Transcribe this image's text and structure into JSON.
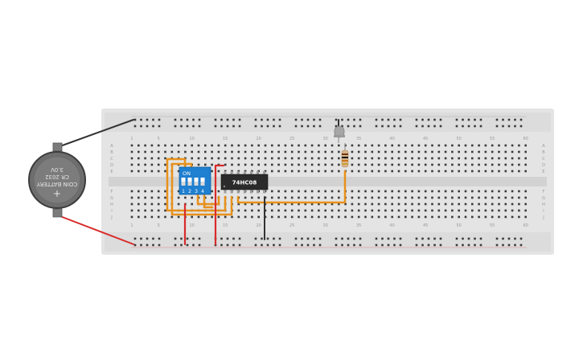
{
  "battery": {
    "line1": "COIN BATTERY",
    "line2": "CR 2032",
    "line3": "3.0V",
    "plus": "+"
  },
  "dip_switch": {
    "on_label": "ON",
    "numbers": [
      "1",
      "2",
      "3",
      "4"
    ],
    "color": "#1f7fd0"
  },
  "ic": {
    "label": "74HC08"
  },
  "breadboard": {
    "column_numbers": [
      "1",
      "5",
      "10",
      "15",
      "20",
      "25",
      "30",
      "35",
      "40",
      "45",
      "50",
      "55",
      "60"
    ],
    "row_letters_top": [
      "A",
      "B",
      "C",
      "D",
      "E"
    ],
    "row_letters_bottom": [
      "F",
      "G",
      "H",
      "I",
      "J"
    ]
  },
  "colors": {
    "wire_orange": "#e8911b",
    "wire_red": "#d92b2b",
    "wire_black": "#333333",
    "board": "#e4e4e4"
  }
}
